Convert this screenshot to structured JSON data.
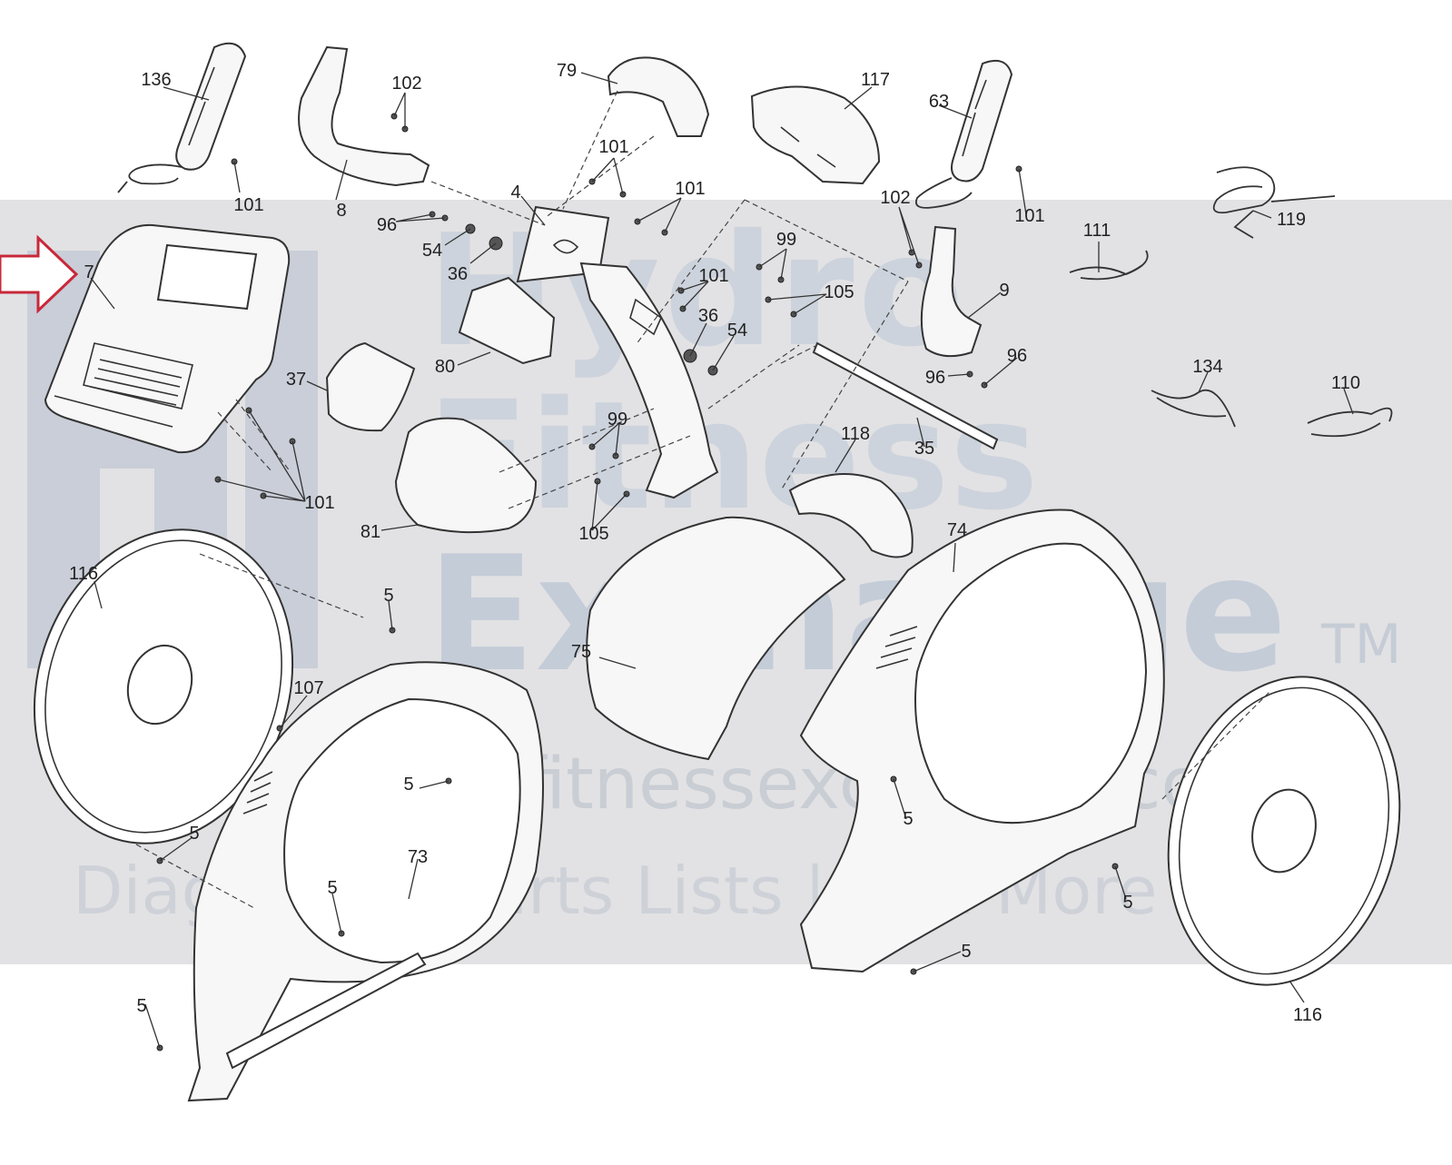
{
  "watermark": {
    "brand_word1": "Hydro",
    "brand_word2": "Fitness",
    "brand_word3": "Exchange",
    "trademark": "TM",
    "url": "www.hydrafitnessexchange.com",
    "tagline": "Diagrams | Parts Lists | And More",
    "band_color": "#e2e2e4",
    "text_color": "#cdd3dc"
  },
  "highlight": {
    "arrow_color": "#c8283a",
    "target_part": "7"
  },
  "labels": {
    "l136": "136",
    "l102a": "102",
    "l79": "79",
    "l117": "117",
    "l63": "63",
    "l101a": "101",
    "l8": "8",
    "l101b": "101",
    "l4": "4",
    "l101c": "101",
    "l102b": "102",
    "l101d": "101",
    "l119": "119",
    "l111": "111",
    "l96a": "96",
    "l54a": "54",
    "l36a": "36",
    "l7": "7",
    "l99a": "99",
    "l101e": "101",
    "l105a": "105",
    "l9": "9",
    "l36b": "36",
    "l54b": "54",
    "l37": "37",
    "l80": "80",
    "l96b": "96",
    "l96c": "96",
    "l134": "134",
    "l110": "110",
    "l99b": "99",
    "l118": "118",
    "l35": "35",
    "l101f": "101",
    "l81": "81",
    "l105b": "105",
    "l74": "74",
    "l116a": "116",
    "l5a": "5",
    "l75": "75",
    "l107": "107",
    "l5b": "5",
    "l5c": "5",
    "l5d": "5",
    "l73": "73",
    "l5e": "5",
    "l5f": "5",
    "l5g": "5",
    "l5h": "5",
    "l116b": "116"
  }
}
